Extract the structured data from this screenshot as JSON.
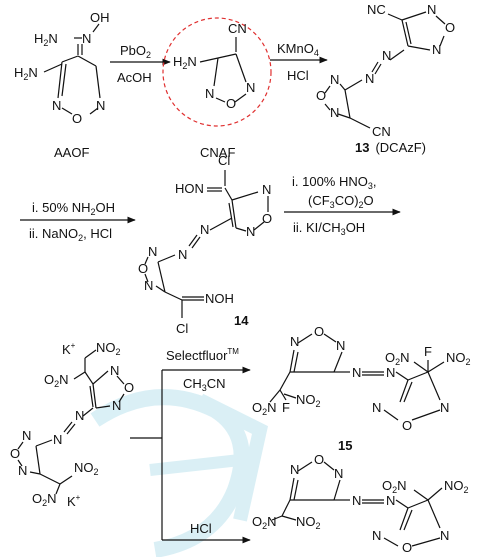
{
  "colors": {
    "ink": "#111111",
    "highlight": "#e03030",
    "watermark": "#d6eef5",
    "background": "#ffffff"
  },
  "row1": {
    "aaof": {
      "oh": "OH",
      "h2n_oxime": "H",
      "h2n_oxime_sub": "2",
      "h2n_oxime_n": "N",
      "n_oxime": "N",
      "h2n_ring": "H",
      "h2n_ring_sub": "2",
      "h2n_ring_n": "N",
      "ring_n_left": "N",
      "ring_o": "O",
      "ring_n_right": "N",
      "label": "AAOF"
    },
    "arrow1": {
      "above": "PbO",
      "above_sub": "2",
      "below": "AcOH"
    },
    "cnaf": {
      "cn": "CN",
      "h2n": "H",
      "h2n_sub": "2",
      "h2n_n": "N",
      "ring_n_left": "N",
      "ring_o": "O",
      "ring_n_right": "N",
      "label": "CNAF"
    },
    "arrow2": {
      "above": "KMnO",
      "above_sub": "4",
      "below": "HCl"
    },
    "dcazf": {
      "nc": "NC",
      "cn": "CN",
      "ring1_n1": "N",
      "ring1_o": "O",
      "ring1_n2": "N",
      "ring2_n1": "N",
      "ring2_o": "O",
      "ring2_n2": "N",
      "azo_n1": "N",
      "azo_n2": "N",
      "label_number": "13",
      "label_name": "(DCAzF)"
    }
  },
  "row2": {
    "arrow3": {
      "above": "i. 50% NH",
      "above_sub": "2",
      "above_tail": "OH",
      "below": "ii. NaNO",
      "below_sub": "2",
      "below_tail": ", HCl"
    },
    "compound14": {
      "cl_top": "Cl",
      "cl_bottom": "Cl",
      "hon": "HON",
      "noh": "NOH",
      "ring1_n1": "N",
      "ring1_o": "O",
      "ring1_n2": "N",
      "ring2_n1": "N",
      "ring2_o": "O",
      "ring2_n2": "N",
      "azo_n1": "N",
      "azo_n2": "N",
      "label": "14"
    },
    "arrow4": {
      "line1": "i. 100% HNO",
      "line1_sub": "3",
      "line1_tail": ",",
      "line2_a": "(CF",
      "line2_sub1": "3",
      "line2_b": "CO)",
      "line2_sub2": "2",
      "line2_c": "O",
      "line3": "ii. KI/CH",
      "line3_sub": "3",
      "line3_tail": "OH"
    }
  },
  "row3": {
    "salt": {
      "k_top": "K",
      "k_top_sup": "+",
      "no2_top_a": "NO",
      "no2_top_a_sub": "2",
      "o2n_top": "O",
      "o2n_top_sub": "2",
      "o2n_top_n": "N",
      "no2_bot": "NO",
      "no2_bot_sub": "2",
      "o2n_bot": "O",
      "o2n_bot_sub": "2",
      "o2n_bot_n": "N",
      "k_bot": "K",
      "k_bot_sup": "+",
      "ring1_n1": "N",
      "ring1_o": "O",
      "ring1_n2": "N",
      "ring2_n1": "N",
      "ring2_o": "O",
      "ring2_n2": "N",
      "azo_n1": "N",
      "azo_n2": "N"
    },
    "arrow5": {
      "above": "Selectfluor",
      "above_sup": "TM",
      "below": "CH",
      "below_sub": "3",
      "below_tail": "CN"
    },
    "compound15": {
      "o2n_left": "O",
      "o2n_left_sub": "2",
      "o2n_left_n": "N",
      "f_left": "F",
      "no2_left": "NO",
      "no2_left_sub": "2",
      "o2n_right": "O",
      "o2n_right_sub": "2",
      "o2n_right_n": "N",
      "f_right": "F",
      "no2_right": "NO",
      "no2_right_sub": "2",
      "ring1_n1": "N",
      "ring1_o": "O",
      "ring1_n2": "N",
      "ring2_n1": "N",
      "ring2_o": "O",
      "ring2_n2": "N",
      "azo_n1": "N",
      "azo_n2": "N",
      "label": "15"
    },
    "arrow6": {
      "above": "HCl"
    },
    "compound16": {
      "o2n_left": "O",
      "o2n_left_sub": "2",
      "o2n_left_n": "N",
      "no2_left": "NO",
      "no2_left_sub": "2",
      "o2n_right": "O",
      "o2n_right_sub": "2",
      "o2n_right_n": "N",
      "no2_right": "NO",
      "no2_right_sub": "2",
      "ring1_n1": "N",
      "ring1_o": "O",
      "ring1_n2": "N",
      "ring2_n1": "N",
      "ring2_o": "O",
      "ring2_n2": "N",
      "azo_n1": "N",
      "azo_n2": "N"
    }
  }
}
